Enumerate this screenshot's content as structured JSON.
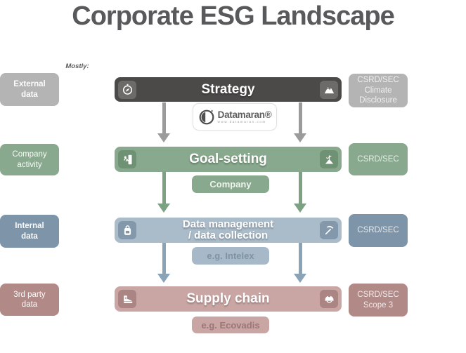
{
  "title": "Corporate ESG Landscape",
  "annotation": "Mostly:",
  "logo": {
    "name": "Datamaran®",
    "url": "www.datamaran.com"
  },
  "rows": [
    {
      "left_box": "External\ndata",
      "bar": "Strategy",
      "right_box": "CSRD/SEC\nClimate\nDisclosure",
      "left_icon": "compass",
      "right_icon": "mountain-peaks"
    },
    {
      "left_box": "Company\nactivity",
      "bar": "Goal-setting",
      "right_box": "CSRD/SEC",
      "below_box": "Company",
      "left_icon": "climber",
      "right_icon": "summit-flag"
    },
    {
      "left_box": "Internal\ndata",
      "bar": "Data management\n/ data collection",
      "right_box": "CSRD/SEC",
      "below_box": "e.g. Intelex",
      "left_icon": "backpack",
      "right_icon": "pickaxe"
    },
    {
      "left_box": "3rd party\ndata",
      "bar": "Supply chain",
      "right_box": "CSRD/SEC\nScope 3",
      "below_box": "e.g. Ecovadis",
      "left_icon": "hiking-boot",
      "right_icon": "helmet"
    }
  ],
  "colors": {
    "strategy_bar": "#4b4a49",
    "neutral_box": "#b5b4b4",
    "green": "#88a98d",
    "blue_light": "#aabbc9",
    "blue_dark": "#7e95a9",
    "mauve_light": "#c9a6a4",
    "mauve_dark": "#b18a88",
    "arrow_gray": "#9b9b9b",
    "arrow_green": "#7da283",
    "arrow_blue": "#8aa3b7"
  }
}
